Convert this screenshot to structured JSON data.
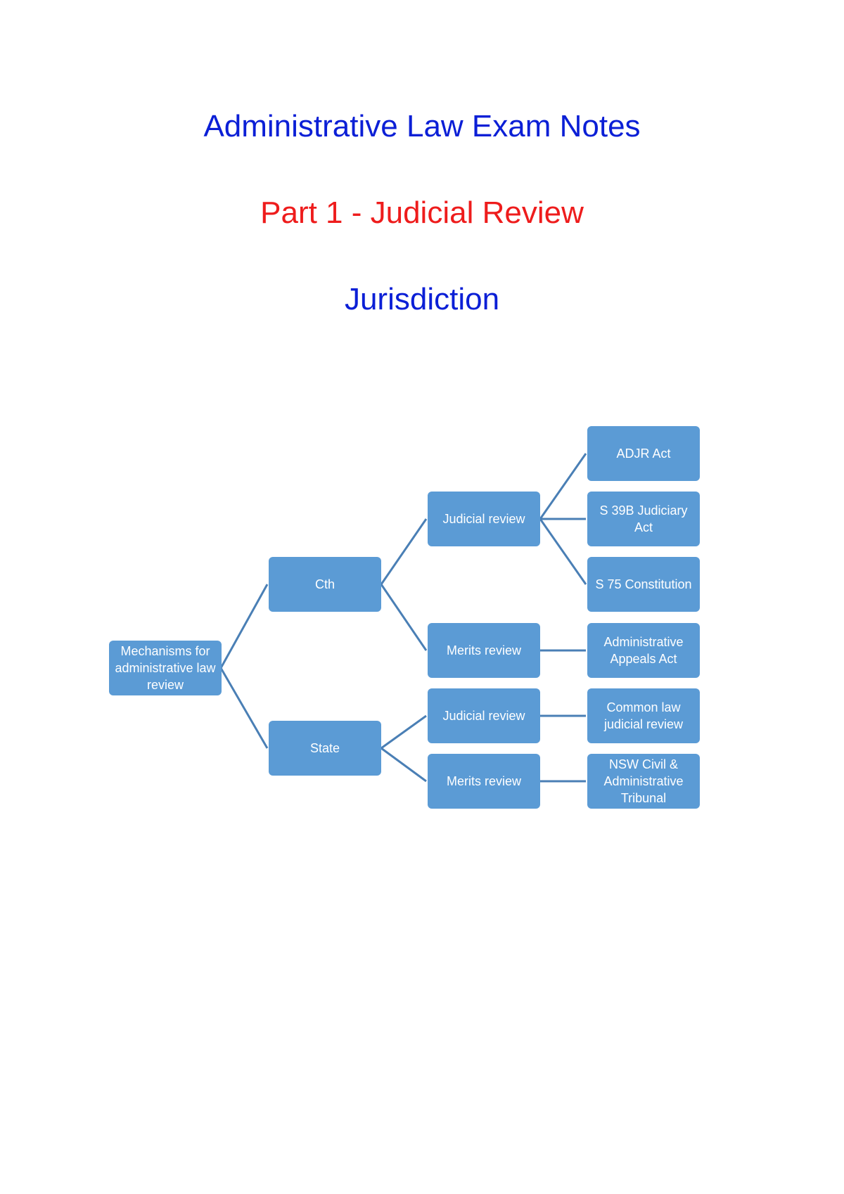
{
  "document": {
    "title": "Administrative Law Exam Notes",
    "part_title": "Part 1 - Judicial Review",
    "section_title": "Jurisdiction"
  },
  "diagram": {
    "root": "Mechanisms for administrative law review",
    "level1": {
      "cth": "Cth",
      "state": "State"
    },
    "level2": {
      "cth_judicial": "Judicial review",
      "cth_merits": "Merits review",
      "state_judicial": "Judicial review",
      "state_merits": "Merits review"
    },
    "level3": {
      "adjr": "ADJR Act",
      "s39b": "S 39B Judiciary Act",
      "s75": "S 75 Constitution",
      "aat": "Administrative Appeals Act",
      "common_law": "Common law judicial review",
      "ncat": "NSW Civil & Administrative Tribunal"
    },
    "colors": {
      "node_fill": "#5b9bd5",
      "node_text": "#ffffff",
      "connector": "#4a7fb5",
      "title_blue": "#0b1fd6",
      "title_red": "#ee1c1c"
    }
  }
}
